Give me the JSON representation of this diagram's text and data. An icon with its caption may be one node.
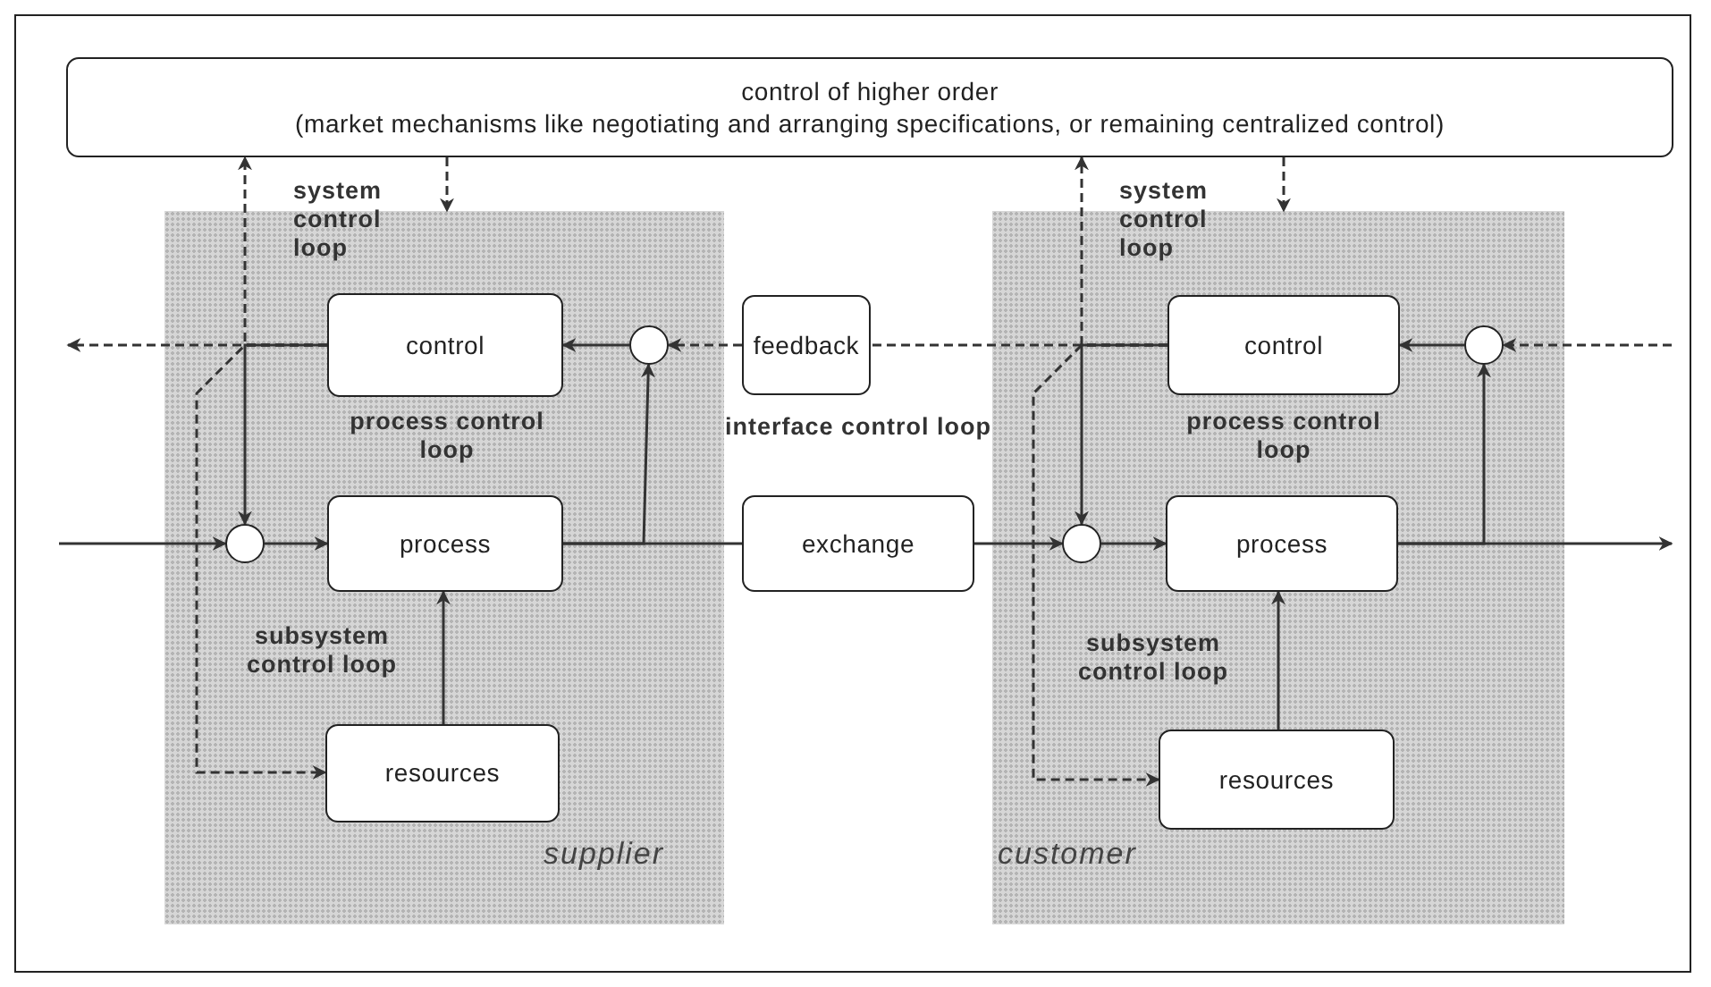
{
  "diagram": {
    "nodes": [
      {
        "text": [
          "control of higher order",
          "(market mechanisms like negotiating and arranging specifications, or remaining centralized control)"
        ]
      },
      {
        "text": [
          "supplier"
        ]
      },
      {
        "text": [
          "control"
        ],
        "in": 1
      },
      {
        "text": [],
        "shape": "circle",
        "in": 1
      },
      {
        "text": [],
        "shape": "circle",
        "in": 1
      },
      {
        "text": [
          "process"
        ],
        "in": 1
      },
      {
        "text": [
          "resources"
        ],
        "in": 1
      },
      {
        "text": [
          "feedback"
        ]
      },
      {
        "text": [
          "exchange"
        ]
      },
      {
        "text": [
          "customer"
        ]
      },
      {
        "text": [
          "control"
        ],
        "in": 9
      },
      {
        "text": [],
        "shape": "circle",
        "in": 9
      },
      {
        "text": [],
        "shape": "circle",
        "in": 9
      },
      {
        "text": [
          "process"
        ],
        "in": 9
      },
      {
        "text": [
          "resources"
        ],
        "in": 9
      }
    ],
    "edges": [
      {
        "from": 7,
        "to": 3,
        "arrow": "to",
        "style": "dashed"
      },
      {
        "from": 3,
        "to": 2,
        "arrow": "to"
      },
      {
        "from": 2,
        "to": null,
        "arrow": "to",
        "style": "dashed"
      },
      {
        "from": 2,
        "to": 4,
        "arrow": "to"
      },
      {
        "from": 2,
        "to": 0,
        "arrow": "to",
        "style": "dashed"
      },
      {
        "from": 2,
        "to": 6,
        "arrow": "to",
        "style": "dashed"
      },
      {
        "from": 0,
        "to": 1,
        "arrow": "to",
        "style": "dashed"
      },
      {
        "from": null,
        "to": 4,
        "arrow": "to"
      },
      {
        "from": 4,
        "to": 5,
        "arrow": "to"
      },
      {
        "from": 6,
        "to": 5,
        "arrow": "to"
      },
      {
        "from": 5,
        "to": 8,
        "arrow": "none"
      },
      {
        "from": 5,
        "to": 3,
        "arrow": "to"
      },
      {
        "from": 8,
        "to": 12,
        "arrow": "to"
      },
      {
        "from": 10,
        "to": 7,
        "arrow": "none",
        "style": "dashed"
      },
      {
        "from": 10,
        "to": 12,
        "arrow": "to"
      },
      {
        "from": 10,
        "to": 0,
        "arrow": "to",
        "style": "dashed"
      },
      {
        "from": 10,
        "to": 14,
        "arrow": "to",
        "style": "dashed"
      },
      {
        "from": 0,
        "to": 9,
        "arrow": "to",
        "style": "dashed"
      },
      {
        "from": 12,
        "to": 13,
        "arrow": "to"
      },
      {
        "from": 14,
        "to": 13,
        "arrow": "to"
      },
      {
        "from": 13,
        "to": null,
        "arrow": "to"
      },
      {
        "from": 13,
        "to": 11,
        "arrow": "to"
      },
      {
        "from": null,
        "to": 11,
        "arrow": "to",
        "style": "dashed"
      },
      {
        "from": 11,
        "to": 10,
        "arrow": "to"
      }
    ],
    "labels": [
      "system control loop",
      "process control loop",
      "subsystem control loop",
      "interface control loop",
      "system control loop",
      "process control loop",
      "subsystem control loop"
    ]
  }
}
